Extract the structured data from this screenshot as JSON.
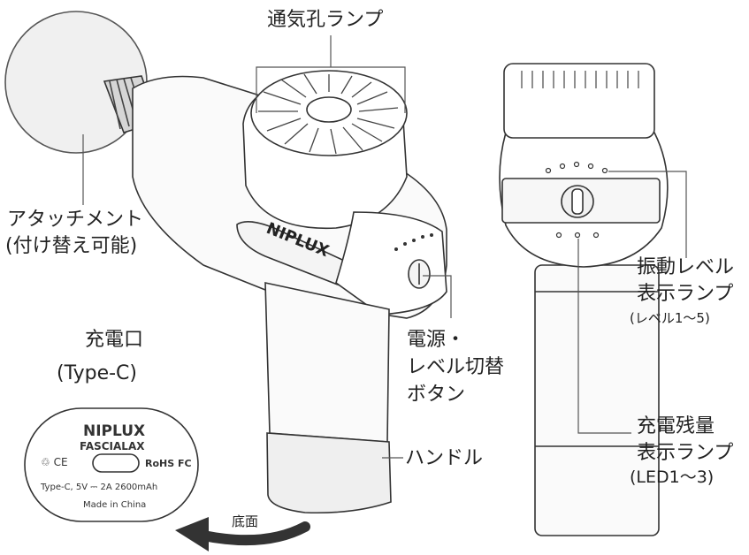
{
  "labels": {
    "vent_lamp": "通気孔ランプ",
    "attachment_line1": "アタッチメント",
    "attachment_line2": "(付け替え可能)",
    "charge_port_line1": "充電口",
    "charge_port_line2": "(Type-C)",
    "power_button_line1": "電源・",
    "power_button_line2": "レベル切替",
    "power_button_line3": "ボタン",
    "handle": "ハンドル",
    "bottom": "底面",
    "vibration_line1": "振動レベル",
    "vibration_line2": "表示ランプ",
    "vibration_line3": "(レベル1～5)",
    "battery_line1": "充電残量",
    "battery_line2": "表示ランプ",
    "battery_line3": "(LED1～3)"
  },
  "device": {
    "brand": "NIPLUX"
  },
  "base_plate": {
    "brand": "NIPLUX",
    "model": "FASCIALAX",
    "cert_left": "♲ CE",
    "cert_right": "RoHS FC",
    "spec": "Type-C, 5V ⎓ 2A  2600mAh",
    "origin": "Made in China"
  }
}
